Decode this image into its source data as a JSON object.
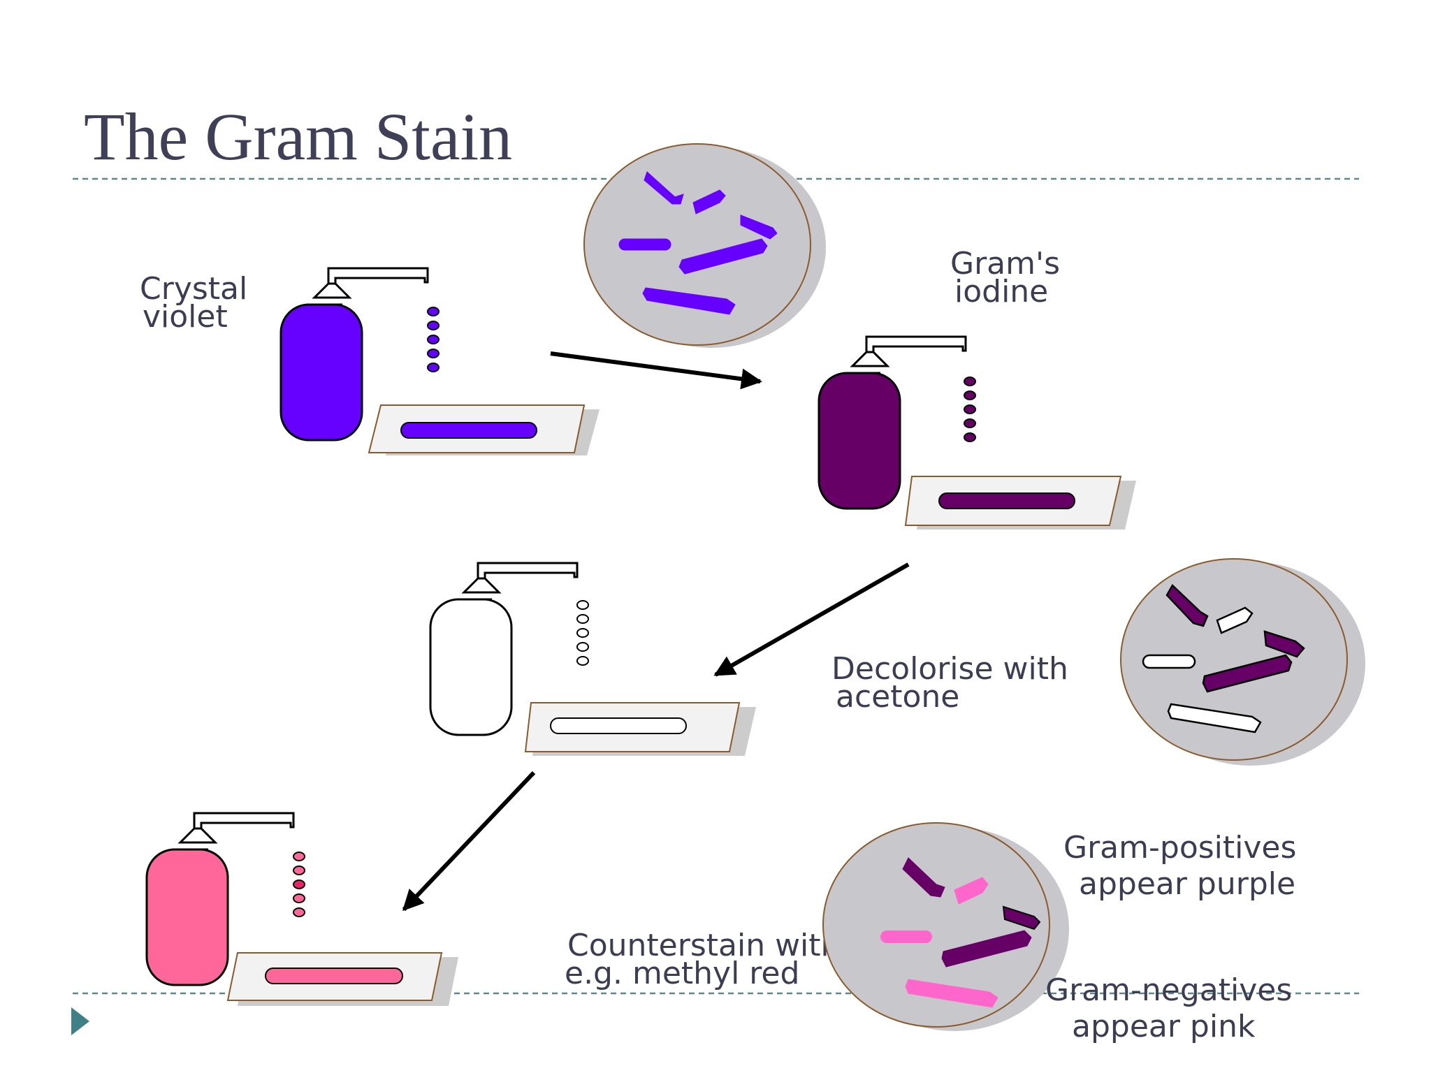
{
  "slide": {
    "title": "The Gram Stain",
    "bullet_marker": "play-triangle-icon"
  },
  "colors": {
    "crystal_violet": "#6600ff",
    "iodine": "#660066",
    "acetone": "#ffffff",
    "counterstain": "#ff6699",
    "gram_positive": "#660066",
    "gram_negative": "#ff66cc",
    "dish_fill": "#c8c8cc",
    "slide_shadow": "#cccccc",
    "rule": "#5c8a8c",
    "title_text": "#3f3f57"
  },
  "steps": [
    {
      "line1": "Crystal",
      "line2": "violet",
      "reagent": "crystal violet"
    },
    {
      "line1": "Gram's",
      "line2": "iodine",
      "reagent": "iodine"
    },
    {
      "line1": "Decolorise with",
      "line2": "acetone",
      "reagent": "acetone"
    },
    {
      "line1": "Counterstain with",
      "line2": "e.g. methyl red",
      "reagent": "counterstain"
    }
  ],
  "results": {
    "positive_line1": "Gram-positives",
    "positive_line2": "appear purple",
    "negative_line1": "Gram-negatives",
    "negative_line2": "appear pink"
  }
}
